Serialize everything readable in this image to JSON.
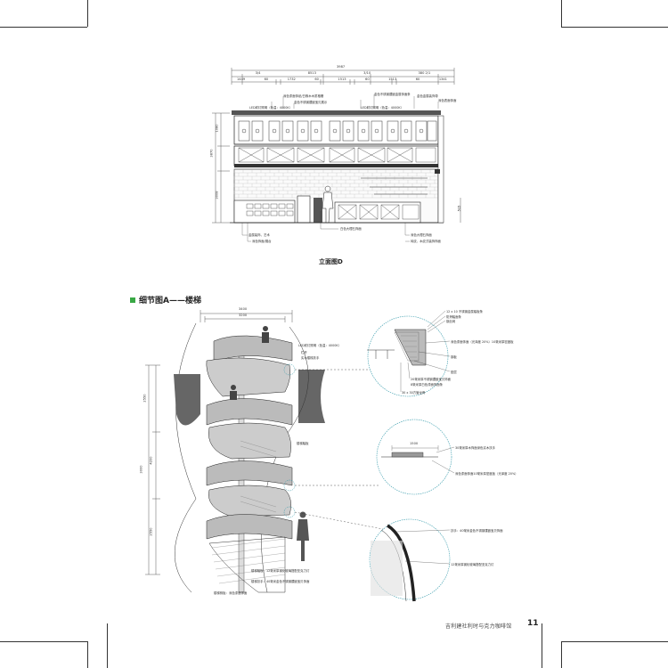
{
  "elevation": {
    "caption": "立面图D",
    "total_dim": "3987",
    "dims_top": [
      "3/4",
      "8513",
      "3/10",
      "380  2/1"
    ],
    "dims_second": [
      "1449",
      "60",
      "1732",
      "60",
      "1513",
      "60",
      "1513",
      "60",
      "1341"
    ],
    "dims_left": [
      "3870",
      "1080",
      "3008"
    ],
    "dims_right": [
      "515"
    ],
    "labels_top": [
      "LED射灯照明（色温：4000K）",
      "深色漆面饰纸/白橡木木质格栅",
      "金色不锈钢镶嵌宝贝展示",
      "金色不锈钢镶嵌金属饰面条",
      "LED射灯照明（色温：4000K）",
      "金色金属装饰带",
      "深色表面饰面"
    ],
    "labels_bottom": [
      "金属装饰，艺术",
      "深色饰面/展台",
      "白色大理石饰面",
      "深色大理石饰面",
      "砖纹，木纹式装饰饰面"
    ]
  },
  "detail_section": {
    "title": "细节图A——楼梯",
    "dims_top": [
      "3400",
      "3200"
    ],
    "dims_left": [
      "2550",
      "3000",
      "4200",
      "2550"
    ],
    "labels_center": [
      "LED射灯照明（色温：4000K）",
      "栏杆",
      "实木楼梯扶手",
      "楼梯踏板"
    ],
    "labels_bottom": [
      "楼梯踏板：12毫米厚钢化玻璃搭配亚克力灯",
      "楼梯扶手：40毫米金色不锈钢镶嵌宝贝饰面",
      "楼梯侧板：深色漆面饰面"
    ],
    "callout_1": [
      "12 x 10 不锈钢金属踏板条",
      "防滑踏面条",
      "钢丝网",
      "深色漆面饰面（光泽度 20%）10毫米厚密度板",
      "钢板",
      "垫层",
      "20毫米厚不锈钢镶嵌宝贝饰面",
      "8毫米厚白色漆面饰面条",
      "30 x 30方管龙骨"
    ],
    "callout_2": [
      "30毫米厚木饰面深色实木扶手",
      "1500",
      "深色漆面饰面10毫米厚密度板（光泽度 20%）"
    ],
    "callout_3": [
      "扶手：40毫米金色不锈钢镶嵌宝贝饰面",
      "12毫米厚钢化玻璃搭配亚克力灯"
    ]
  },
  "footer": {
    "book_title": "吉利建社利时与克力咖啡馆",
    "page_number": "11"
  }
}
